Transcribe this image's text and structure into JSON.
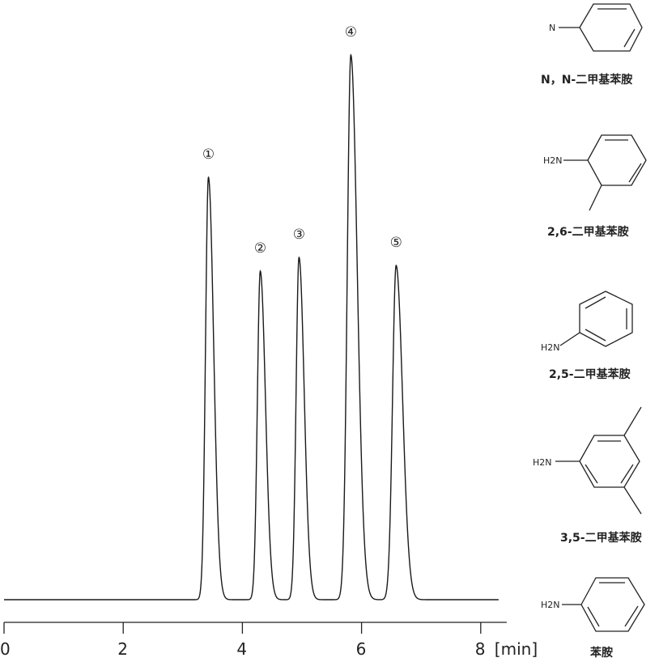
{
  "chart_data": {
    "type": "line",
    "xlabel": "[min]",
    "xlim": [
      0,
      8.3
    ],
    "x_ticks": [
      0,
      2,
      4,
      6,
      8
    ],
    "baseline": 0,
    "ylim": [
      0,
      680
    ],
    "grid": false,
    "peaks": [
      {
        "label": "①",
        "rt": 3.43,
        "height": 522,
        "width": 0.065
      },
      {
        "label": "②",
        "rt": 4.3,
        "height": 406,
        "width": 0.065
      },
      {
        "label": "③",
        "rt": 4.95,
        "height": 423,
        "width": 0.065
      },
      {
        "label": "④",
        "rt": 5.82,
        "height": 673,
        "width": 0.08
      },
      {
        "label": "⑤",
        "rt": 6.58,
        "height": 413,
        "width": 0.08
      }
    ]
  },
  "compounds": [
    {
      "name": "N，N-二甲基苯胺",
      "atom_label": "N"
    },
    {
      "name": "2,6-二甲基苯胺",
      "atom_label": "H2N"
    },
    {
      "name": "2,5-二甲基苯胺",
      "atom_label": "H2N"
    },
    {
      "name": "3,5-二甲基苯胺",
      "atom_label": "H2N"
    },
    {
      "name": "苯胺",
      "atom_label": "H2N"
    }
  ]
}
